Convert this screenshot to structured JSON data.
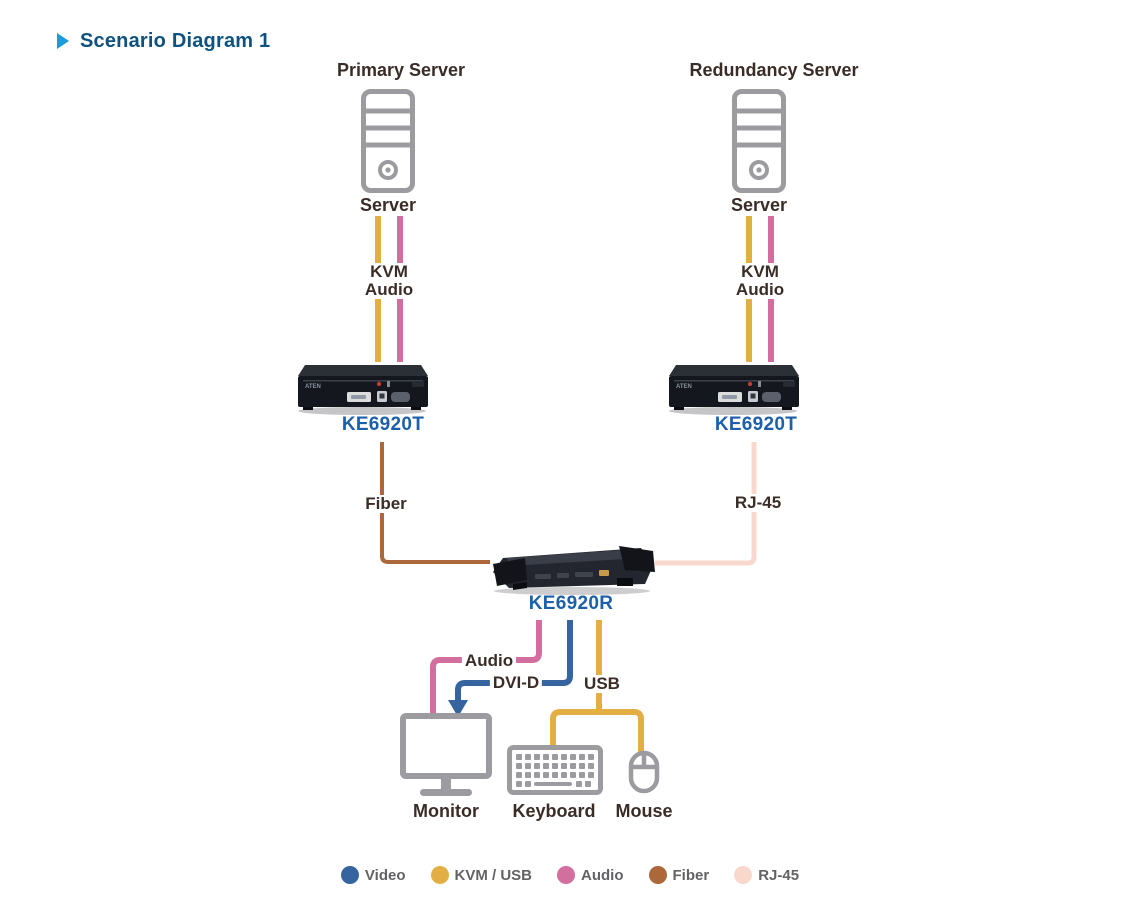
{
  "title": {
    "text": "Scenario Diagram 1"
  },
  "nodes": {
    "primary_server": {
      "title": "Primary Server",
      "caption": "Server"
    },
    "redundancy_server": {
      "title": "Redundancy Server",
      "caption": "Server"
    },
    "transmitter_left": {
      "model": "KE6920T",
      "brand": "ATEN"
    },
    "transmitter_right": {
      "model": "KE6920T",
      "brand": "ATEN"
    },
    "receiver": {
      "model": "KE6920R"
    },
    "monitor": {
      "label": "Monitor"
    },
    "keyboard": {
      "label": "Keyboard"
    },
    "mouse": {
      "label": "Mouse"
    }
  },
  "connections": {
    "left": {
      "kvm": "KVM",
      "audio": "Audio",
      "downlink": "Fiber"
    },
    "right": {
      "kvm": "KVM",
      "audio": "Audio",
      "downlink": "RJ-45"
    },
    "console": {
      "audio": "Audio",
      "video": "DVI-D",
      "usb": "USB"
    }
  },
  "legend": {
    "items": [
      {
        "id": "video",
        "label": "Video",
        "color": "#35649E"
      },
      {
        "id": "kvm",
        "label": "KVM / USB",
        "color": "#E3AF45"
      },
      {
        "id": "audio",
        "label": "Audio",
        "color": "#D26F9F"
      },
      {
        "id": "fiber",
        "label": "Fiber",
        "color": "#AC673B"
      },
      {
        "id": "rj45",
        "label": "RJ-45",
        "color": "#F8D8CC"
      }
    ]
  },
  "colors": {
    "video": "#35649E",
    "kvm": "#E3AF45",
    "audio": "#D26F9F",
    "fiber": "#AC673B",
    "rj45": "#F8D8CC",
    "title": "#0F527F",
    "title_arrow": "#1E9BD7",
    "model_label": "#1D5FA9",
    "label_text": "#3A2D27",
    "legend_text": "#636366",
    "icon_gray": "#9C9CA0"
  }
}
